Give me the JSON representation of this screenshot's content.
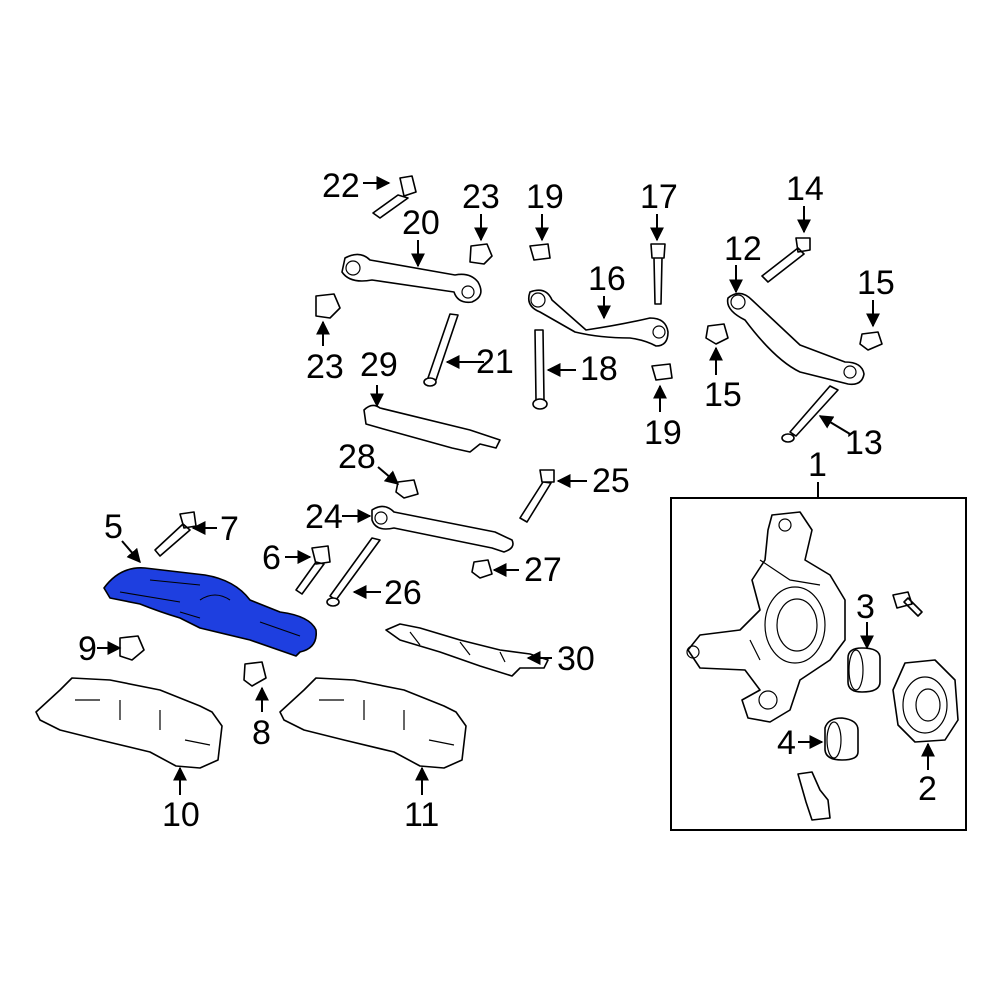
{
  "highlight_color": "#1e3fe0",
  "highlighted_part": "5",
  "callouts": {
    "c1": "1",
    "c2": "2",
    "c3": "3",
    "c4": "4",
    "c5": "5",
    "c6": "6",
    "c7": "7",
    "c8": "8",
    "c9": "9",
    "c10": "10",
    "c11": "11",
    "c12": "12",
    "c13": "13",
    "c14": "14",
    "c15a": "15",
    "c15b": "15",
    "c16": "16",
    "c17": "17",
    "c18": "18",
    "c19a": "19",
    "c19b": "19",
    "c20": "20",
    "c21": "21",
    "c22": "22",
    "c23a": "23",
    "c23b": "23",
    "c24": "24",
    "c25": "25",
    "c26": "26",
    "c27": "27",
    "c28": "28",
    "c29": "29",
    "c30": "30"
  }
}
